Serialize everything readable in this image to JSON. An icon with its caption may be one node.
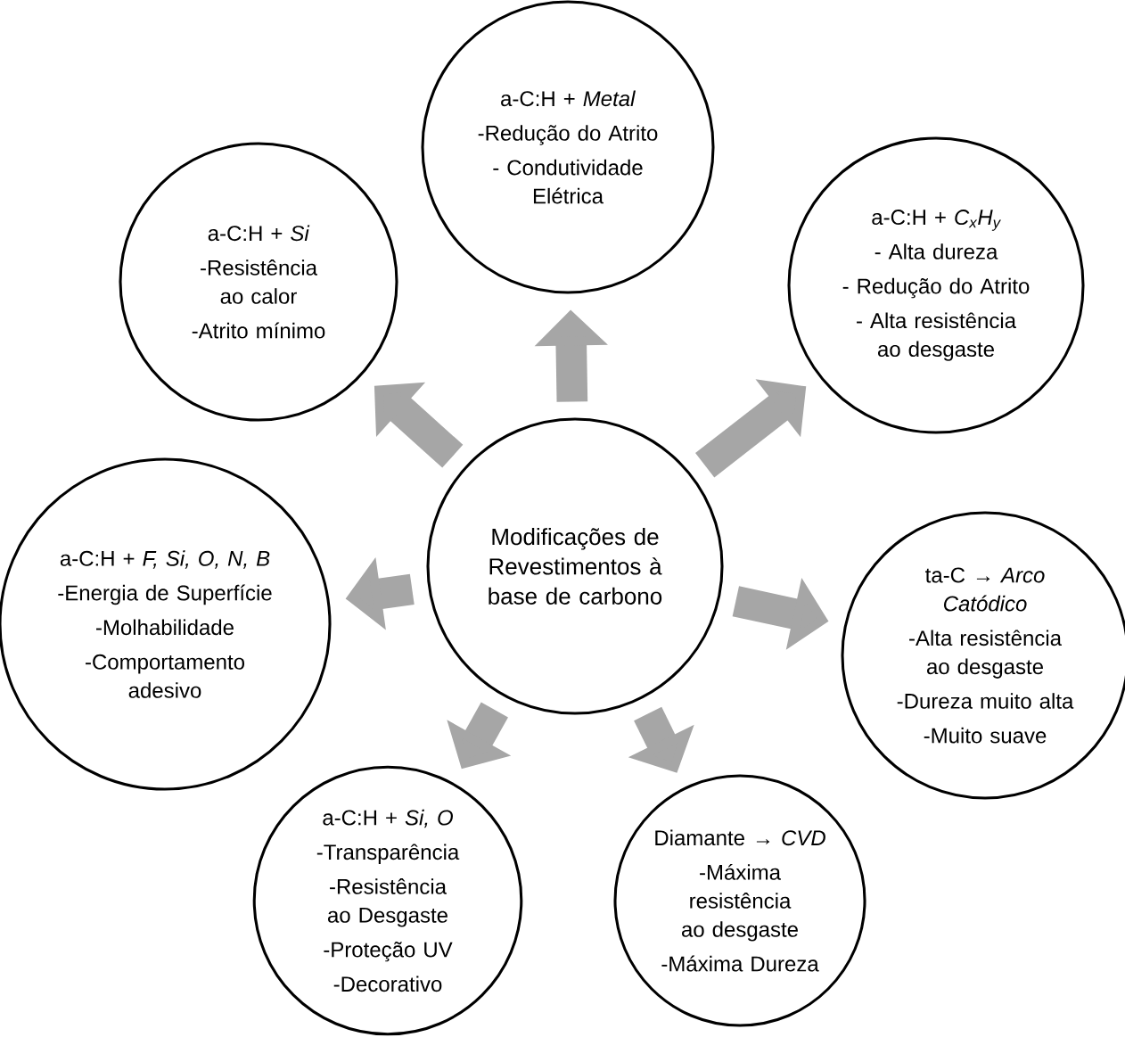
{
  "diagram": {
    "nodes": [
      {
        "text": [
          "a-C:H + *Metal*",
          "-Redução do Atrito",
          "- Condutividade Elétrica"
        ]
      },
      {
        "text": [
          "a-C:H + *Si*",
          "-Resistência ao calor",
          "-Atrito mínimo"
        ]
      },
      {
        "text": [
          "a-C:H + *C$_{x}$H$_{y}$*",
          "- Alta dureza",
          "- Redução do Atrito",
          "- Alta resistência ao desgaste"
        ]
      },
      {
        "text": [
          "Modificações de Revestimentos à base de carbono"
        ]
      },
      {
        "text": [
          "a-C:H + *F, Si, O, N, B*",
          "-Energia de Superfície",
          "-Molhabilidade",
          "-Comportamento adesivo"
        ]
      },
      {
        "text": [
          "ta-C → *Arco Catódico*",
          "-Alta resistência ao desgaste",
          "-Dureza muito alta",
          "-Muito suave"
        ]
      },
      {
        "text": [
          "a-C:H + *Si, O*",
          "-Transparência",
          "-Resistência ao Desgaste",
          "-Proteção UV",
          "-Decorativo"
        ]
      },
      {
        "text": [
          "Diamante → *CVD*",
          "-Máxima resistência ao desgaste",
          "-Máxima Dureza"
        ]
      }
    ],
    "edges": [
      {
        "from": 3,
        "to": 0,
        "arrow": "to",
        "color": "#a6a6a6"
      },
      {
        "from": 3,
        "to": 1,
        "arrow": "to",
        "color": "#a6a6a6"
      },
      {
        "from": 3,
        "to": 2,
        "arrow": "to",
        "color": "#a6a6a6"
      },
      {
        "from": 3,
        "to": 4,
        "arrow": "to",
        "color": "#a6a6a6"
      },
      {
        "from": 3,
        "to": 5,
        "arrow": "to",
        "color": "#a6a6a6"
      },
      {
        "from": 3,
        "to": 6,
        "arrow": "to",
        "color": "#a6a6a6"
      },
      {
        "from": 3,
        "to": 7,
        "arrow": "to",
        "color": "#a6a6a6"
      }
    ]
  }
}
